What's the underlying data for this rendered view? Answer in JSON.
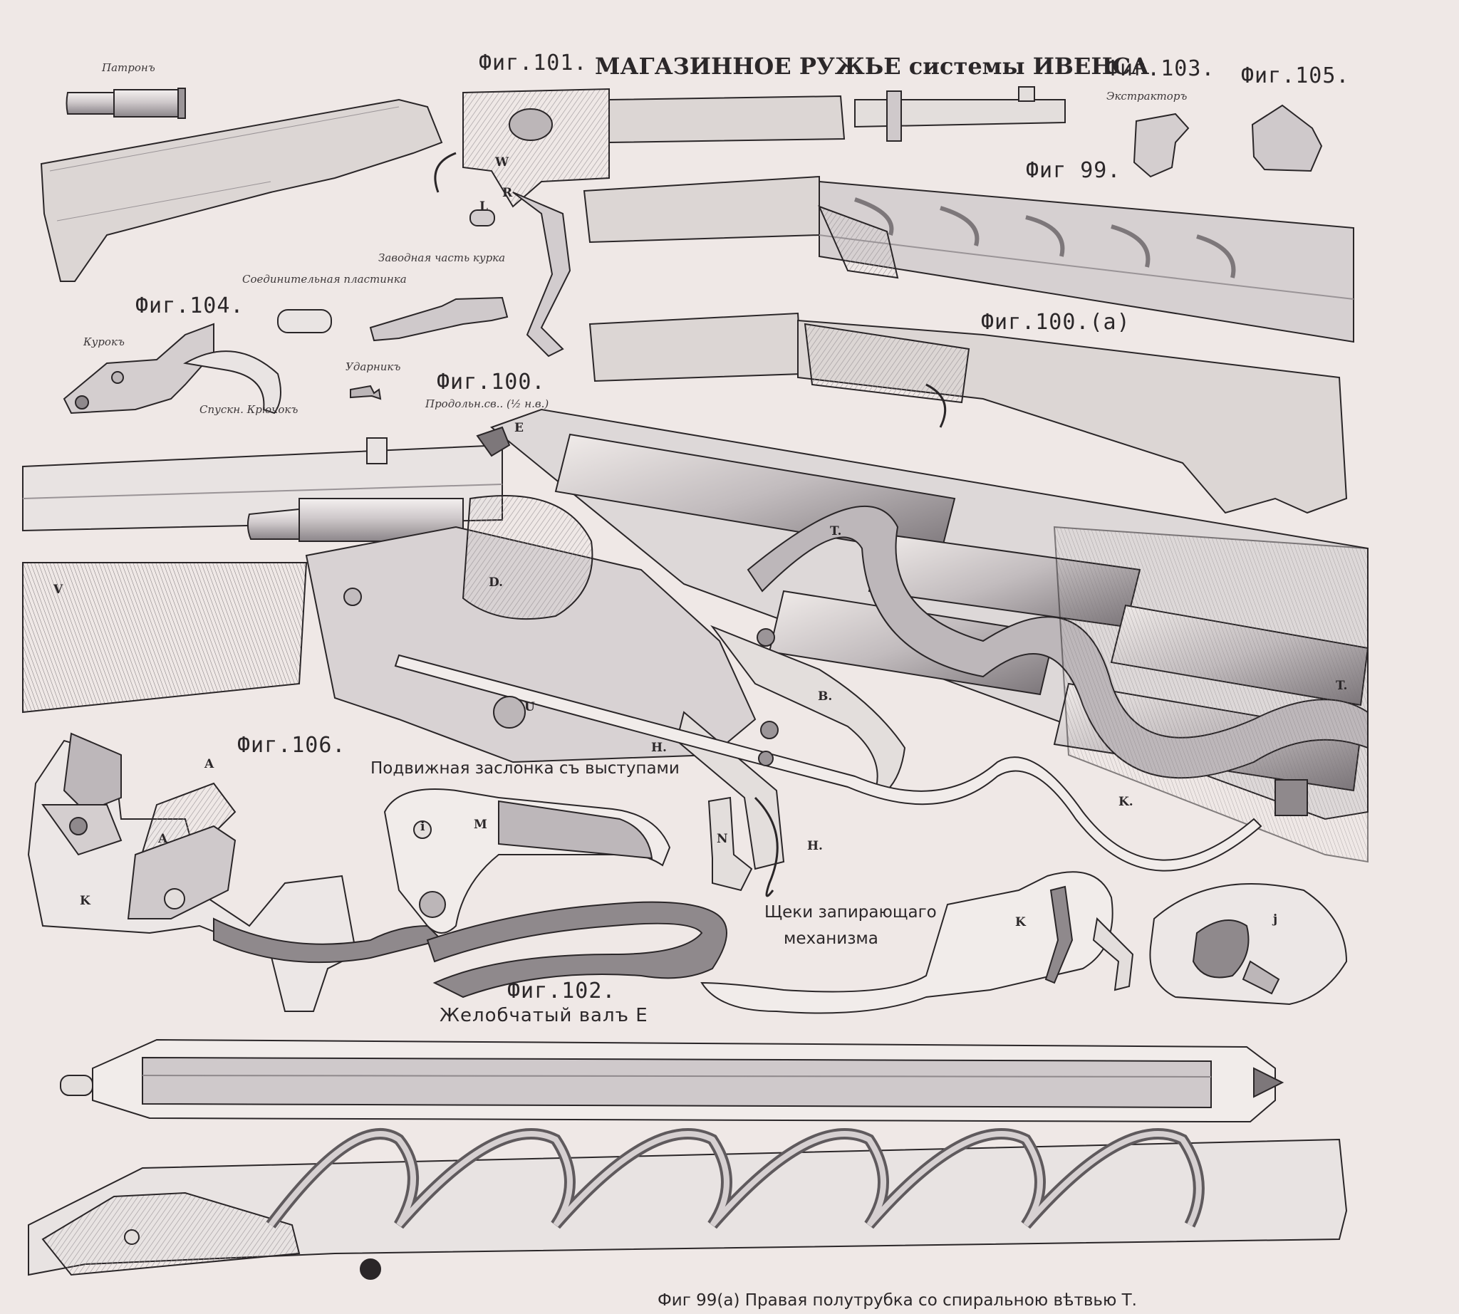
{
  "plate": {
    "title": "МАГАЗИННОЕ РУЖЬЕ системы ИВЕНСА",
    "colors": {
      "paper": "#efe8e6",
      "ink": "#2a2628",
      "wood": "#d8d2d0",
      "metal": "#c9c4c6",
      "dark": "#8f898c"
    }
  },
  "figures": {
    "fig99": "Фиг 99.",
    "fig99a": "Фиг 99(а) Правая полутрубка со спиральною вѣтвью Т.",
    "fig100": "Фиг.100.",
    "fig100_scale": "Продольн.св.. (½ н.в.)",
    "fig100a": "Фиг.100.(а)",
    "fig101": "Фиг.101.",
    "fig102": "Фиг.102.",
    "fig102_caption": "Желобчатый валъ Е",
    "fig103": "Фиг.103.",
    "fig104": "Фиг.104.",
    "fig105": "Фиг.105.",
    "fig106": "Фиг.106."
  },
  "captions": {
    "patron": "Патронъ",
    "ekstraktor": "Экстракторъ",
    "zavodnaya": "Заводная часть курка",
    "soedinitelnaya": "Соединительная пластинка",
    "kurok": "Курокъ",
    "spuskovoy": "Спускн. Крючокъ",
    "udarnik": "Ударникъ",
    "zaslonka": "Подвижная заслонка съ выступами",
    "shcheki_1": "Щеки запирающаго",
    "shcheki_2": "механизма"
  },
  "part_letters": {
    "T1": "T.",
    "T2": "T.",
    "D": "D.",
    "B": "B.",
    "H1": "H.",
    "H2": "H.",
    "K1": "K.",
    "E": "E",
    "L": "L",
    "W": "W",
    "R": "R",
    "M": "M",
    "N": "N",
    "A1": "A",
    "A2": "A",
    "K2": "K",
    "K3": "K",
    "J": "j",
    "I": "i",
    "U": "U",
    "V": "V"
  }
}
